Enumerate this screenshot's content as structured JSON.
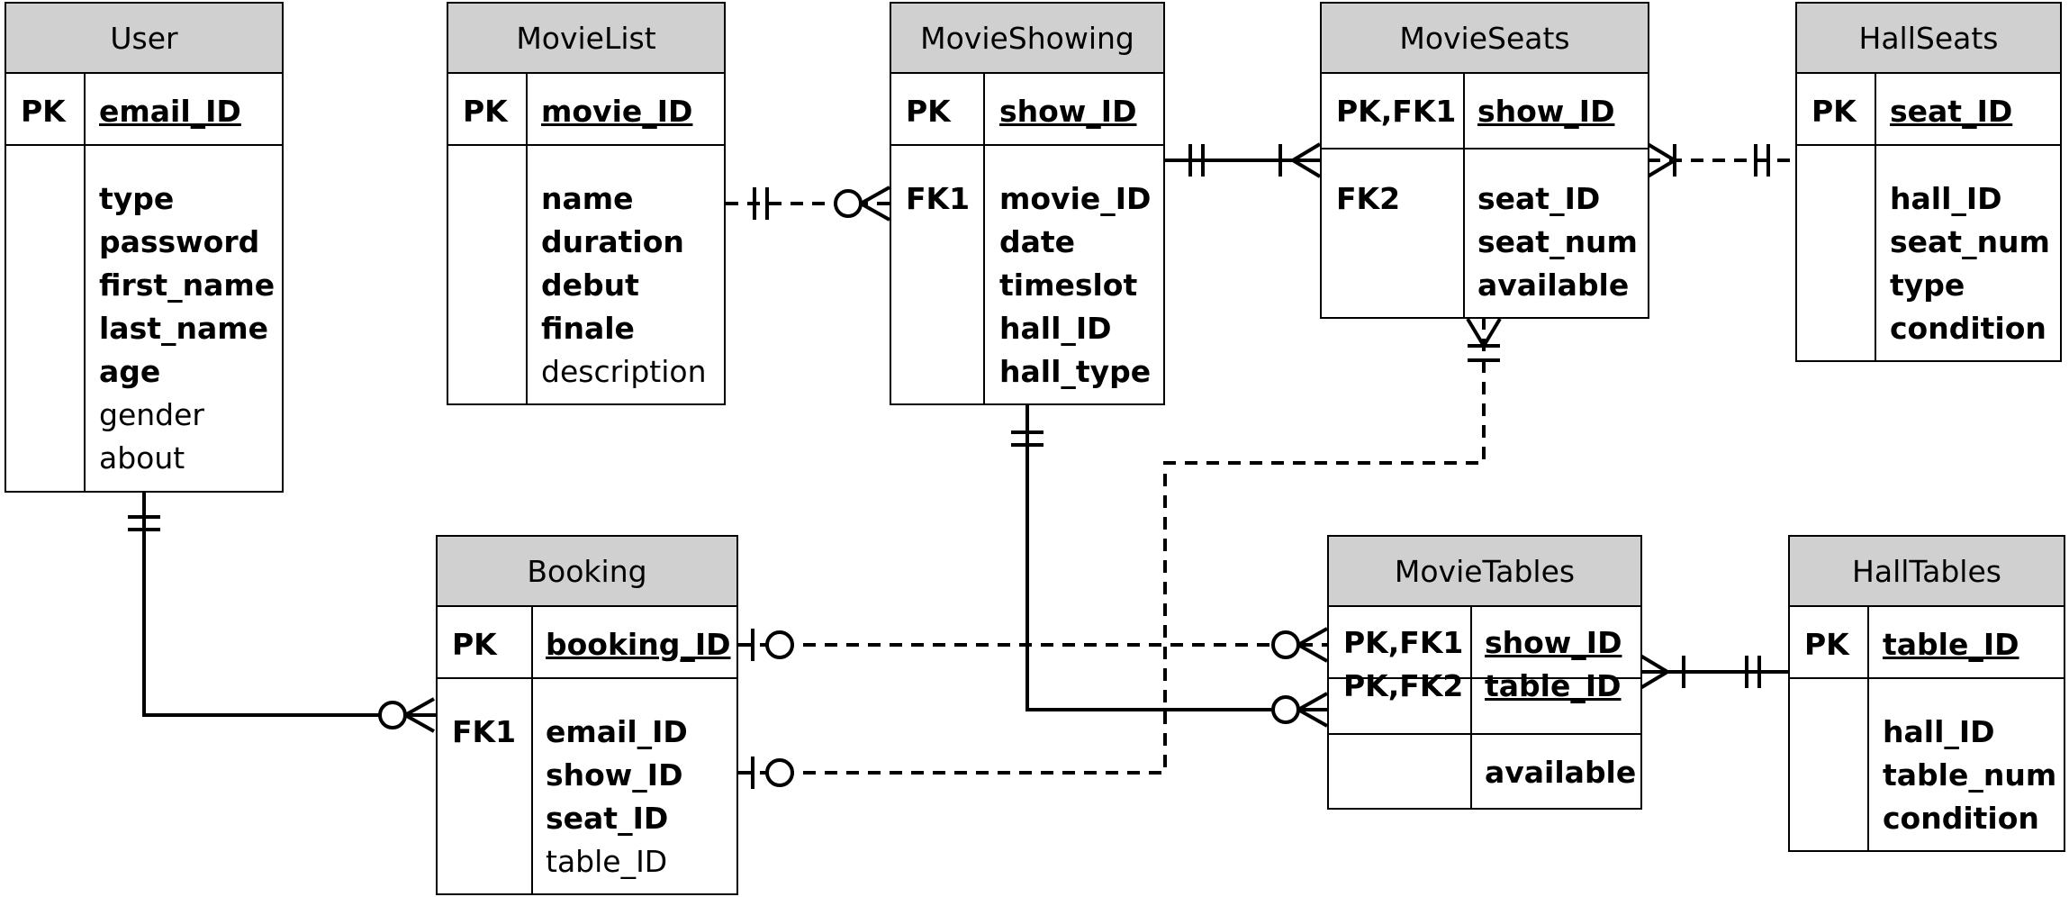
{
  "entities": {
    "user": {
      "title": "User",
      "pk_key": "PK",
      "pk_field": "email_ID",
      "fk_key": "",
      "attrs_bold": [
        "type",
        "password",
        "first_name",
        "last_name",
        "age"
      ],
      "attrs_normal": [
        "gender",
        "about"
      ]
    },
    "movielist": {
      "title": "MovieList",
      "pk_key": "PK",
      "pk_field": "movie_ID",
      "fk_key": "",
      "attrs_bold": [
        "name",
        "duration",
        "debut",
        "finale"
      ],
      "attrs_normal": [
        "description"
      ]
    },
    "movieshowing": {
      "title": "MovieShowing",
      "pk_key": "PK",
      "pk_field": "show_ID",
      "fk_key": "FK1",
      "attrs_bold": [
        "movie_ID",
        "date",
        "timeslot",
        "hall_ID",
        "hall_type"
      ],
      "attrs_normal": []
    },
    "movieseats": {
      "title": "MovieSeats",
      "pk_key": "PK,FK1",
      "pk_field": "show_ID",
      "fk_key": "FK2",
      "attrs_bold": [
        "seat_ID",
        "seat_num",
        "available"
      ],
      "attrs_normal": []
    },
    "hallseats": {
      "title": "HallSeats",
      "pk_key": "PK",
      "pk_field": "seat_ID",
      "fk_key": "",
      "attrs_bold": [
        "hall_ID",
        "seat_num",
        "type",
        "condition"
      ],
      "attrs_normal": []
    },
    "booking": {
      "title": "Booking",
      "pk_key": "PK",
      "pk_field": "booking_ID",
      "fk_key": "FK1",
      "attrs_bold": [
        "email_ID",
        "show_ID",
        "seat_ID"
      ],
      "attrs_normal": [
        "table_ID"
      ]
    },
    "movietables": {
      "title": "MovieTables",
      "pk_key1": "PK,FK1",
      "pk_key2": "PK,FK2",
      "pk_field1": "show_ID",
      "pk_field2": "table_ID",
      "attrs_bold": [
        "available"
      ]
    },
    "halltables": {
      "title": "HallTables",
      "pk_key": "PK",
      "pk_field": "table_ID",
      "fk_key": "",
      "attrs_bold": [
        "hall_ID",
        "table_num",
        "condition"
      ],
      "attrs_normal": []
    }
  },
  "relationships": [
    {
      "from": "MovieList",
      "to": "MovieShowing",
      "style": "dashed",
      "from_card": "exactly-one",
      "to_card": "zero-or-many"
    },
    {
      "from": "MovieShowing",
      "to": "MovieSeats",
      "style": "solid",
      "from_card": "exactly-one",
      "to_card": "one-or-many"
    },
    {
      "from": "MovieSeats",
      "to": "HallSeats",
      "style": "dashed",
      "from_card": "one-or-many",
      "to_card": "exactly-one"
    },
    {
      "from": "User",
      "to": "Booking",
      "style": "solid",
      "from_card": "exactly-one",
      "to_card": "zero-or-many"
    },
    {
      "from": "Booking",
      "to": "MovieTables",
      "style": "dashed",
      "from_card": "zero-or-one",
      "to_card": "zero-or-many"
    },
    {
      "from": "MovieShowing",
      "to": "MovieTables",
      "style": "solid",
      "from_card": "exactly-one",
      "to_card": "zero-or-many"
    },
    {
      "from": "Booking",
      "to": "MovieSeats",
      "style": "dashed",
      "from_card": "zero-or-one",
      "to_card": "one-or-many"
    },
    {
      "from": "MovieTables",
      "to": "HallTables",
      "style": "solid",
      "from_card": "one-or-many",
      "to_card": "exactly-one"
    }
  ]
}
